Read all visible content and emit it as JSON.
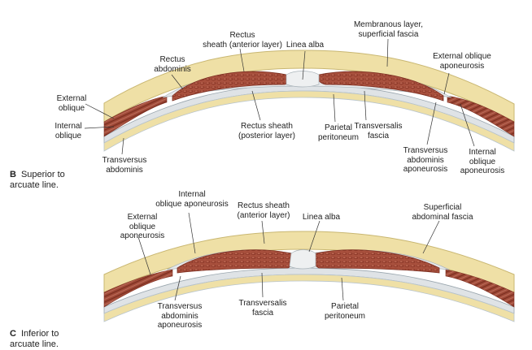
{
  "panels": {
    "b": {
      "letter": "B",
      "caption": "Superior to\narcuate line.",
      "labels": {
        "rectus_sheath_anterior": "Rectus\nsheath (anterior layer)",
        "rectus_abdominis": "Rectus\nabdominis",
        "linea_alba": "Linea alba",
        "membranous_layer": "Membranous layer,\nsuperficial fascia",
        "external_oblique_aponeurosis": "External oblique\naponeurosis",
        "external_oblique": "External\noblique",
        "internal_oblique": "Internal\noblique",
        "transversus_abdominis": "Transversus\nabdominis",
        "rectus_sheath_posterior": "Rectus sheath\n(posterior layer)",
        "parietal_peritoneum": "Parietal\nperitoneum",
        "transversalis_fascia": "Transversalis\nfascia",
        "transversus_aponeurosis": "Transversus\nabdominis\naponeurosis",
        "internal_oblique_aponeurosis": "Internal\noblique\naponeurosis"
      }
    },
    "c": {
      "letter": "C",
      "caption": "Inferior to\narcuate line.",
      "labels": {
        "internal_oblique_aponeurosis": "Internal\noblique aponeurosis",
        "rectus_sheath_anterior": "Rectus sheath\n(anterior layer)",
        "linea_alba": "Linea alba",
        "superficial_fascia": "Superficial\nabdominal fascia",
        "external_oblique_aponeurosis": "External\noblique\naponeurosis",
        "transversus_aponeurosis": "Transversus\nabdominis\naponeurosis",
        "transversalis_fascia": "Transversalis\nfascia",
        "parietal_peritoneum": "Parietal\nperitoneum"
      }
    }
  },
  "colors": {
    "fat": "#efe0a6",
    "fat_edge": "#c9b772",
    "muscle": "#a8503d",
    "muscle_dark": "#7c2e20",
    "fascia": "#dfe3e6",
    "peritoneum": "#b8c4cc",
    "leader": "#333333"
  }
}
